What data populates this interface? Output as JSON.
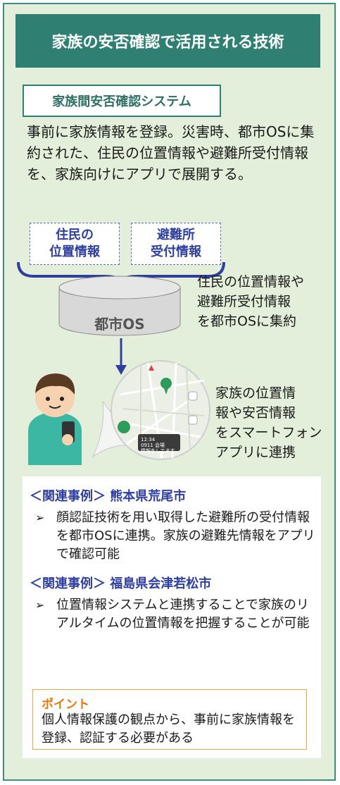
{
  "header": {
    "title": "家族の安否確認で活用される技術"
  },
  "system": {
    "name": "家族間安否確認システム",
    "description": "事前に家族情報を登録。災害時、都市OSに集約された、住民の位置情報や避難所受付情報を、家族向けにアプリで展開する。"
  },
  "diagram": {
    "chips": [
      {
        "line1": "住民の",
        "line2": "位置情報"
      },
      {
        "line1": "避難所",
        "line2": "受付情報"
      }
    ],
    "os_label": "都市OS",
    "os_note": [
      "住民の位置情報や",
      "避難所受付情報",
      "を都市OSに集約"
    ],
    "phone_note": [
      "家族の位置情",
      "報や安否情報",
      "をスマートフォン",
      "アプリに連携"
    ],
    "phone_popup": [
      "12:34",
      "0911 会場",
      "情報をしてます"
    ]
  },
  "cases": [
    {
      "heading": "＜関連事例＞ 熊本県荒尾市",
      "bullet": "顔認証技術を用い取得した避難所の受付情報を都市OSに連携。家族の避難先情報をアプリで確認可能"
    },
    {
      "heading": "＜関連事例＞ 福島県会津若松市",
      "bullet": "位置情報システムと連携することで家族のリアルタイムの位置情報を把握することが可能"
    }
  ],
  "point": {
    "title": "ポイント",
    "text": "個人情報保護の観点から、事前に家族情報を登録、認証する必要がある"
  },
  "colors": {
    "teal": "#2f7f72",
    "panel": "#e3efda",
    "navy": "#2f3f9f",
    "orange": "#e07a10"
  }
}
